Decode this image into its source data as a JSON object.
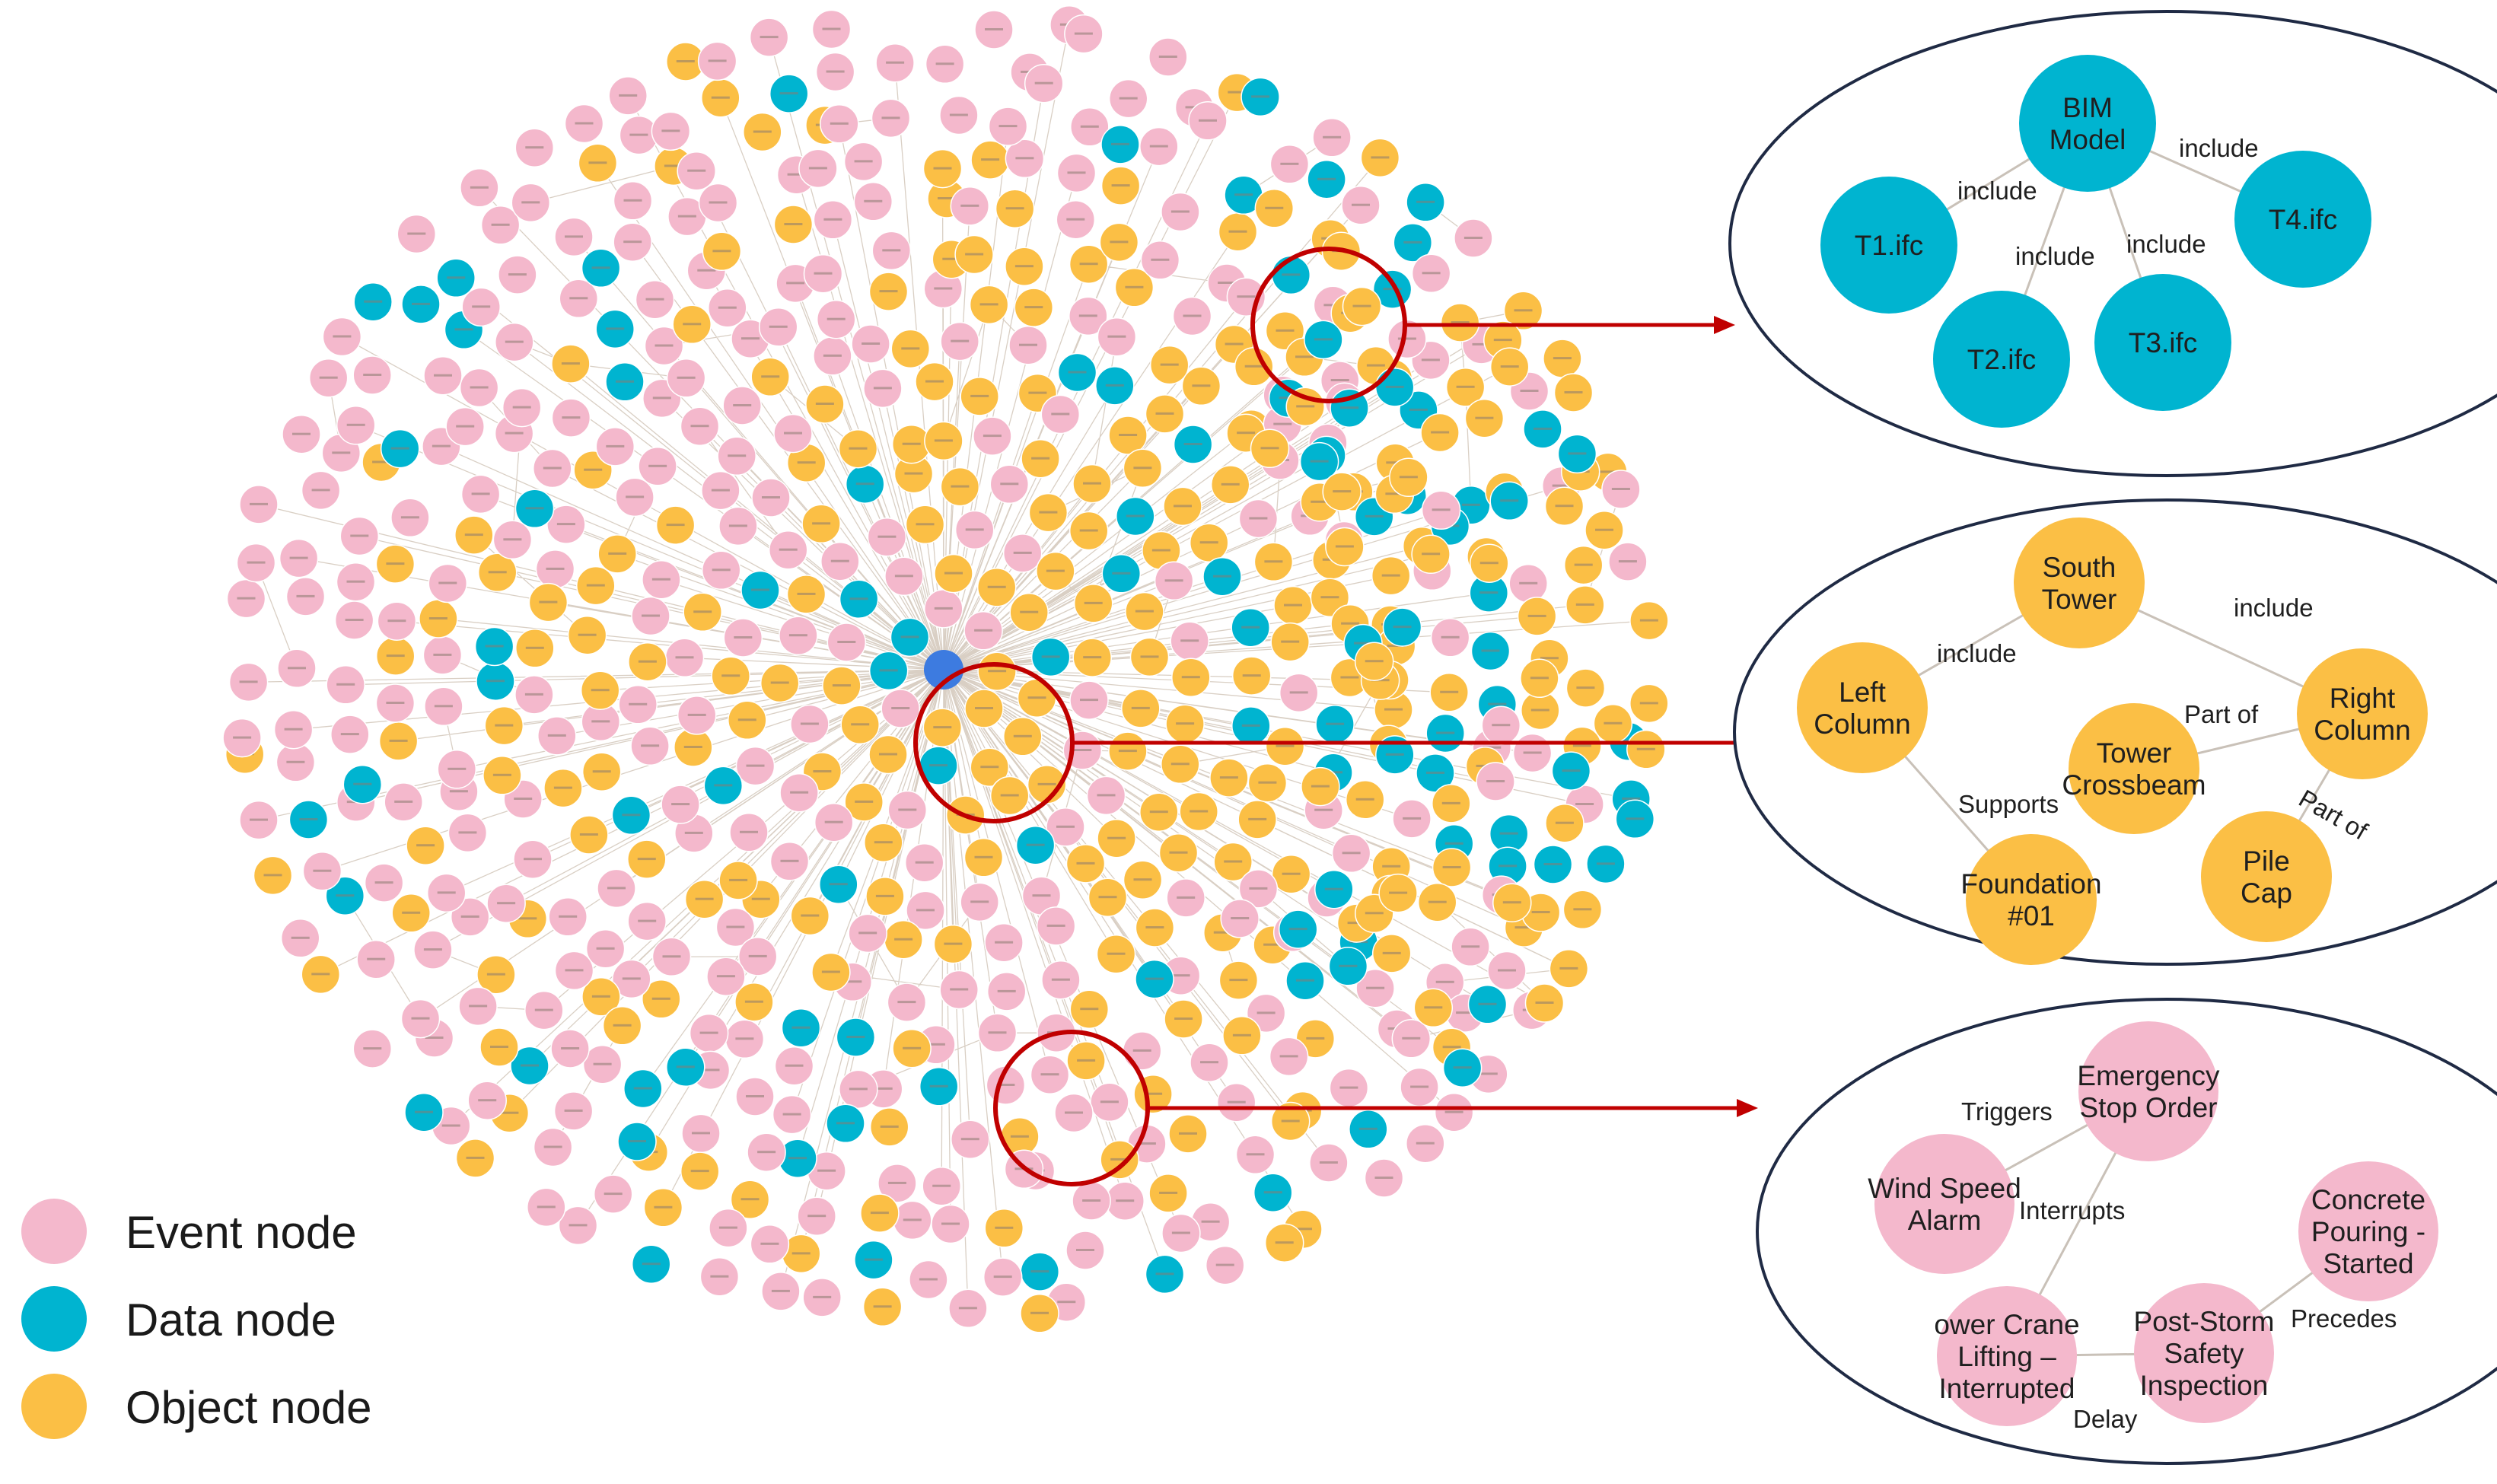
{
  "colors": {
    "event": "#f4b8cc",
    "data": "#00b4d0",
    "object": "#fbbf45",
    "edge": "#d9cfc4",
    "highlight": "#c00000",
    "panel_border": "#1f2a44"
  },
  "legend": [
    {
      "type": "event",
      "label": "Event node"
    },
    {
      "type": "data",
      "label": "Data node"
    },
    {
      "type": "object",
      "label": "Object node"
    }
  ],
  "panels": [
    {
      "id": "bim",
      "nodes": [
        {
          "id": "bim",
          "type": "data",
          "lines": [
            "BIM",
            "Model"
          ]
        },
        {
          "id": "t1",
          "type": "data",
          "lines": [
            "T1.ifc"
          ]
        },
        {
          "id": "t2",
          "type": "data",
          "lines": [
            "T2.ifc"
          ]
        },
        {
          "id": "t3",
          "type": "data",
          "lines": [
            "T3.ifc"
          ]
        },
        {
          "id": "t4",
          "type": "data",
          "lines": [
            "T4.ifc"
          ]
        }
      ],
      "edges": [
        {
          "from": "bim",
          "to": "t1",
          "label": "include"
        },
        {
          "from": "bim",
          "to": "t2",
          "label": "include"
        },
        {
          "from": "bim",
          "to": "t3",
          "label": "include"
        },
        {
          "from": "bim",
          "to": "t4",
          "label": "include"
        }
      ]
    },
    {
      "id": "tower",
      "nodes": [
        {
          "id": "south",
          "type": "object",
          "lines": [
            "South",
            "Tower"
          ]
        },
        {
          "id": "left",
          "type": "object",
          "lines": [
            "Left",
            "Column"
          ]
        },
        {
          "id": "right",
          "type": "object",
          "lines": [
            "Right",
            "Column"
          ]
        },
        {
          "id": "cross",
          "type": "object",
          "lines": [
            "Tower",
            "Crossbeam"
          ]
        },
        {
          "id": "found",
          "type": "object",
          "lines": [
            "Foundation",
            "#01"
          ]
        },
        {
          "id": "pile",
          "type": "object",
          "lines": [
            "Pile",
            "Cap"
          ]
        }
      ],
      "edges": [
        {
          "from": "south",
          "to": "left",
          "label": "include"
        },
        {
          "from": "south",
          "to": "right",
          "label": "include"
        },
        {
          "from": "cross",
          "to": "right",
          "label": "Part of"
        },
        {
          "from": "left",
          "to": "found",
          "label": "Supports"
        },
        {
          "from": "right",
          "to": "pile",
          "label": "Part of"
        }
      ]
    },
    {
      "id": "events",
      "nodes": [
        {
          "id": "emerg",
          "type": "event",
          "lines": [
            "Emergency",
            "Stop Order"
          ]
        },
        {
          "id": "wind",
          "type": "event",
          "lines": [
            "Wind Speed",
            "Alarm"
          ]
        },
        {
          "id": "crane",
          "type": "event",
          "lines": [
            "ower Crane",
            "Lifting –",
            "Interrupted"
          ]
        },
        {
          "id": "post",
          "type": "event",
          "lines": [
            "Post-Storm",
            "Safety",
            "Inspection"
          ]
        },
        {
          "id": "conc",
          "type": "event",
          "lines": [
            "Concrete",
            "Pouring -",
            "Started"
          ]
        }
      ],
      "edges": [
        {
          "from": "wind",
          "to": "emerg",
          "label": "Triggers"
        },
        {
          "from": "emerg",
          "to": "crane",
          "label": "Interrupts"
        },
        {
          "from": "crane",
          "to": "post",
          "label": "Delay"
        },
        {
          "from": "post",
          "to": "conc",
          "label": "Precedes"
        }
      ]
    }
  ]
}
